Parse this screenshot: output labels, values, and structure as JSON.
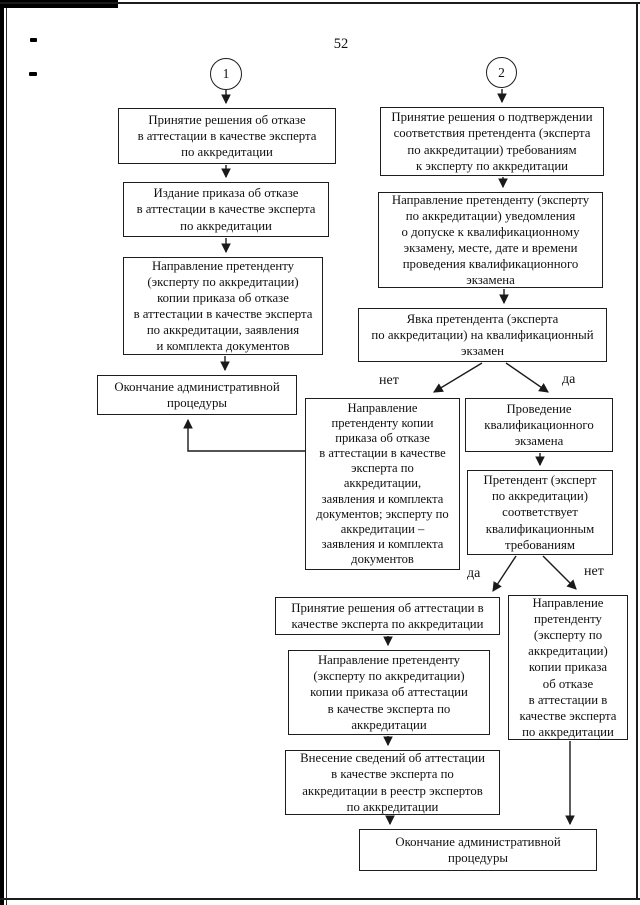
{
  "page": {
    "number": "52"
  },
  "flowchart": {
    "connectors": {
      "c1": "1",
      "c2": "2"
    },
    "labels": {
      "split1_no": "нет",
      "split1_yes": "да",
      "split2_yes": "да",
      "split2_no": "нет"
    },
    "boxes": {
      "l1": "Принятие решения об отказе\nв аттестации в качестве эксперта\nпо аккредитации",
      "l2": "Издание приказа об отказе\nв аттестации в качестве эксперта\nпо аккредитации",
      "l3": "Направление претенденту\n(эксперту по аккредитации)\nкопии приказа об отказе\nв аттестации в качестве эксперта\nпо аккредитации, заявления\nи комплекта документов",
      "end1": "Окончание административной\nпроцедуры",
      "r1": "Принятие решения о подтверждении\nсоответствия претендента (эксперта\nпо аккредитации) требованиям\nк эксперту по аккредитации",
      "r2": "Направление претенденту (эксперту\nпо аккредитации) уведомления\nо допуске к квалификационному\nэкзамену, месте, дате и времени\nпроведения квалификационного\nэкзамена",
      "r3": "Явка претендента (эксперта\nпо аккредитации) на квалификационный\nэкзамен",
      "n1": "Направление\nпретенденту копии\nприказа об отказе\nв аттестации в качестве\nэксперта по\nаккредитации,\nзаявления и комплекта\nдокументов; эксперту по\nаккредитации –\nзаявления и комплекта\nдокументов",
      "d1": "Проведение\nквалификационного\nэкзамена",
      "d2": "Претендент (эксперт\nпо аккредитации)\nсоответствует\nквалификационным\nтребованиям",
      "da1": "Принятие решения об аттестации в\nкачестве эксперта по аккредитации",
      "da2": "Направление претенденту\n(эксперту по аккредитации)\nкопии приказа об аттестации\nв качестве эксперта по\nаккредитации",
      "da3": "Внесение сведений об аттестации\nв качестве эксперта по\nаккредитации в реестр экспертов\nпо аккредитации",
      "no1": "Направление\nпретенденту\n(эксперту по\nаккредитации)\nкопии приказа\nоб отказе\nв аттестации в\nкачестве эксперта\nпо аккредитации",
      "end2": "Окончание административной\nпроцедуры"
    },
    "line_color": "#1a1a1a"
  }
}
